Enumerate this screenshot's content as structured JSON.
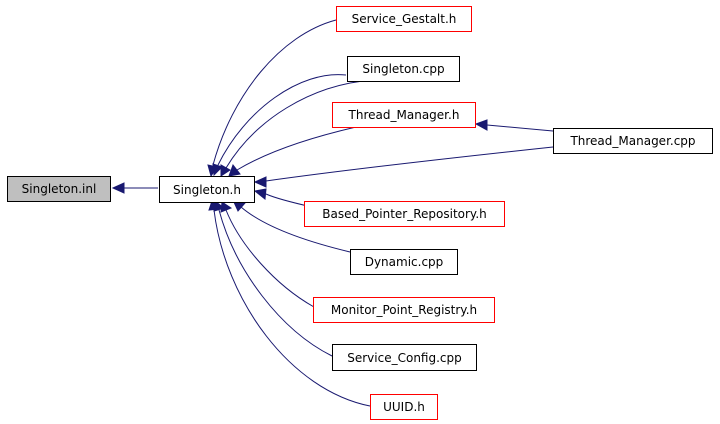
{
  "colors": {
    "edge": "#191970",
    "node_border": "#000000",
    "undocumented_border": "#ff0000",
    "root_fill": "#bfbfbf"
  },
  "nodes": {
    "singleton_inl": "Singleton.inl",
    "singleton_h": "Singleton.h",
    "service_gestalt_h": "Service_Gestalt.h",
    "singleton_cpp": "Singleton.cpp",
    "thread_manager_h": "Thread_Manager.h",
    "thread_manager_cpp": "Thread_Manager.cpp",
    "based_pointer_repository_h": "Based_Pointer_Repository.h",
    "dynamic_cpp": "Dynamic.cpp",
    "monitor_point_registry_h": "Monitor_Point_Registry.h",
    "service_config_cpp": "Service_Config.cpp",
    "uuid_h": "UUID.h"
  }
}
